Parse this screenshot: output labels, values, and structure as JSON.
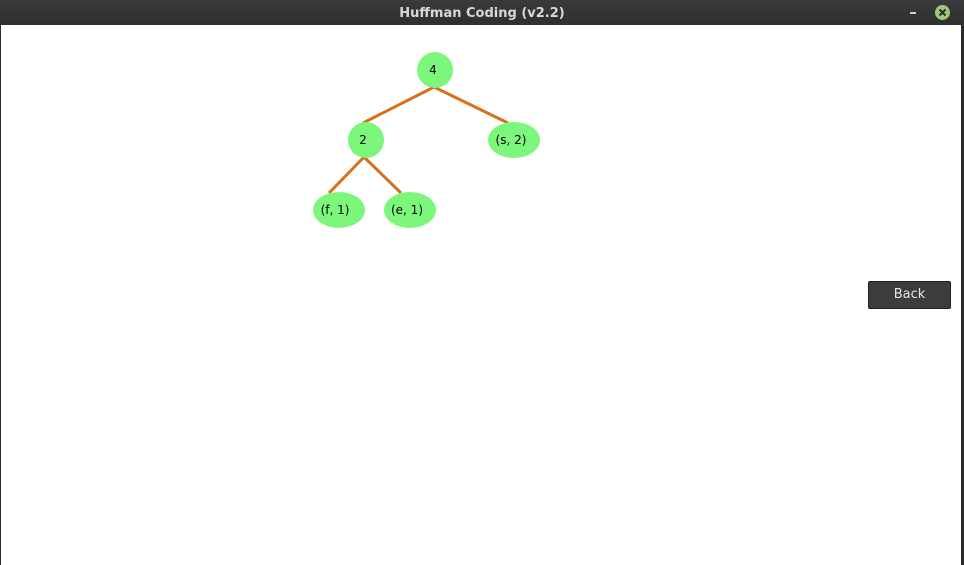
{
  "window": {
    "title": "Huffman Coding (v2.2)"
  },
  "colors": {
    "node_fill": "#7cf77c",
    "edge": "#d96f1a",
    "button_bg": "#3c3c3c"
  },
  "tree": {
    "nodes": [
      {
        "id": "root",
        "label": "4"
      },
      {
        "id": "n2",
        "label": "2"
      },
      {
        "id": "s2",
        "label": "(s, 2)"
      },
      {
        "id": "f1",
        "label": "(f, 1)"
      },
      {
        "id": "e1",
        "label": "(e, 1)"
      }
    ]
  },
  "controls": {
    "back_label": "Back"
  },
  "icons": {
    "minimize": "minimize-icon",
    "close": "close-icon"
  }
}
